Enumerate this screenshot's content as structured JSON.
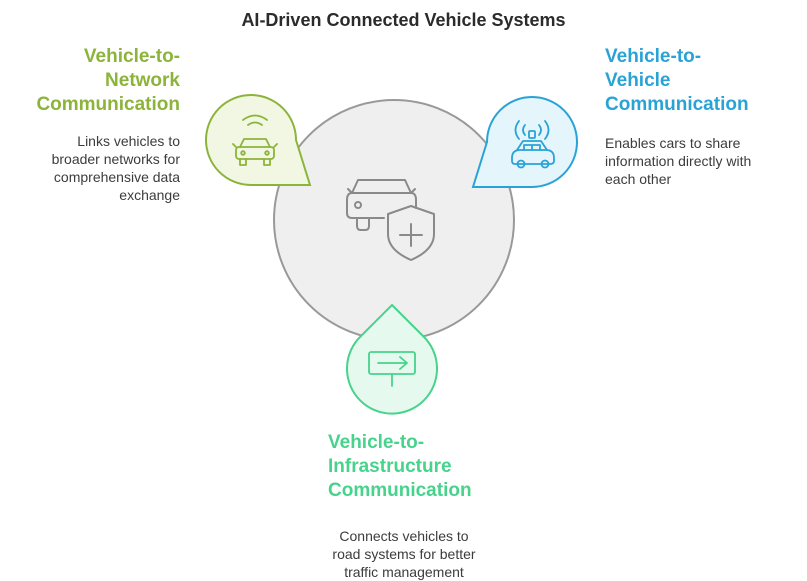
{
  "title": "AI-Driven Connected Vehicle Systems",
  "colors": {
    "v2n": "#8cb43a",
    "v2v": "#29a3d6",
    "v2i": "#47d38c",
    "center_fill": "#efefef",
    "center_stroke": "#999999"
  },
  "nodes": {
    "v2n": {
      "heading_lines": [
        "Vehicle-to-",
        "Network",
        "Communication"
      ],
      "desc_lines": [
        "Links vehicles to",
        "broader networks for",
        "comprehensive data",
        "exchange"
      ],
      "icon": "car-signal-icon"
    },
    "v2v": {
      "heading_lines": [
        "Vehicle-to-",
        "Vehicle",
        "Communication"
      ],
      "desc_lines": [
        "Enables cars to share",
        "information directly with",
        "each other"
      ],
      "icon": "autonomous-car-icon"
    },
    "v2i": {
      "heading_lines": [
        "Vehicle-to-",
        "Infrastructure",
        "Communication"
      ],
      "desc_lines": [
        "Connects vehicles to",
        "road systems for better",
        "traffic management"
      ],
      "icon": "road-sign-icon"
    }
  },
  "center": {
    "icon": "car-shield-icon"
  }
}
